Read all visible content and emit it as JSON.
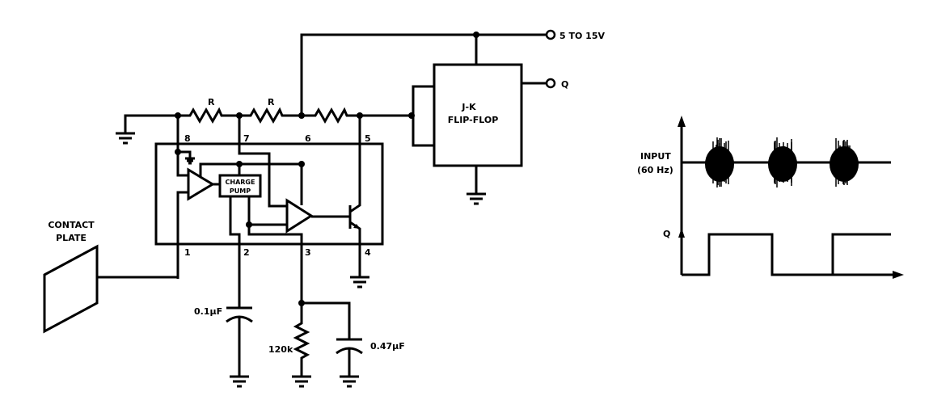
{
  "supply_label": "5 TO 15V",
  "q_output_label": "Q",
  "flipflop": {
    "line1": "J-K",
    "line2": "FLIP-FLOP"
  },
  "resistor_labels": [
    "R",
    "R"
  ],
  "charge_pump": {
    "line1": "CHARGE",
    "line2": "PUMP"
  },
  "pins": [
    "8",
    "7",
    "6",
    "5",
    "1",
    "2",
    "3",
    "4"
  ],
  "contact_plate": {
    "line1": "CONTACT",
    "line2": "PLATE"
  },
  "cap1_label": "0.1µF",
  "resistor_120k_label": "120k",
  "cap2_label": "0.47µF",
  "timing": {
    "input_label": "INPUT",
    "input_freq": "(60 Hz)",
    "q_label": "Q"
  },
  "colors": {
    "ink": "#000000",
    "background": "#ffffff"
  }
}
